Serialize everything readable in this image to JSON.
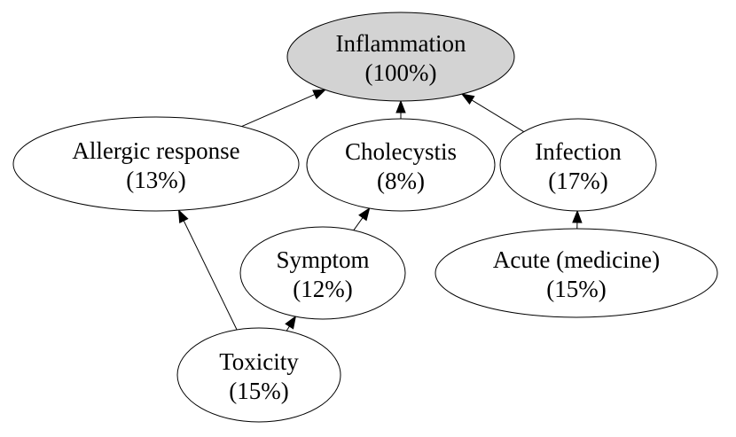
{
  "colors": {
    "root_fill": "#d3d3d3",
    "node_fill": "#ffffff",
    "stroke": "#000000"
  },
  "nodes": [
    {
      "id": "inflammation",
      "name": "Inflammation",
      "percent": "(100%)",
      "highlighted": true
    },
    {
      "id": "allergic",
      "name": "Allergic response",
      "percent": "(13%)",
      "highlighted": false
    },
    {
      "id": "cholecystis",
      "name": "Cholecystis",
      "percent": "(8%)",
      "highlighted": false
    },
    {
      "id": "infection",
      "name": "Infection",
      "percent": "(17%)",
      "highlighted": false
    },
    {
      "id": "symptom",
      "name": "Symptom",
      "percent": "(12%)",
      "highlighted": false
    },
    {
      "id": "acute",
      "name": "Acute (medicine)",
      "percent": "(15%)",
      "highlighted": false
    },
    {
      "id": "toxicity",
      "name": "Toxicity",
      "percent": "(15%)",
      "highlighted": false
    }
  ],
  "edges": [
    {
      "from": "allergic",
      "to": "inflammation"
    },
    {
      "from": "cholecystis",
      "to": "inflammation"
    },
    {
      "from": "infection",
      "to": "inflammation"
    },
    {
      "from": "symptom",
      "to": "cholecystis"
    },
    {
      "from": "acute",
      "to": "infection"
    },
    {
      "from": "toxicity",
      "to": "allergic"
    },
    {
      "from": "toxicity",
      "to": "symptom"
    }
  ]
}
